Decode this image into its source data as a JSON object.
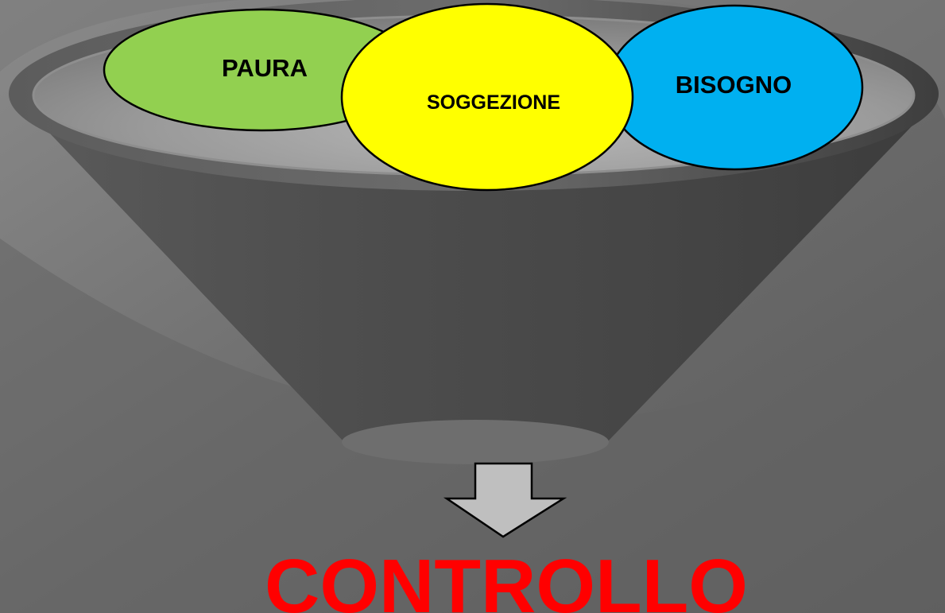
{
  "diagram": {
    "inputs": [
      {
        "label": "PAURA",
        "color": "#92d050"
      },
      {
        "label": "SOGGEZIONE",
        "color": "#ffff00"
      },
      {
        "label": "BISOGNO",
        "color": "#00b0f0"
      }
    ],
    "result": {
      "label": "CONTROLLO",
      "color": "#ff0000"
    },
    "arrow_color": "#bfbfbf",
    "background_color": "#6e6e6e",
    "funnel_color": "#4a4a4a"
  }
}
